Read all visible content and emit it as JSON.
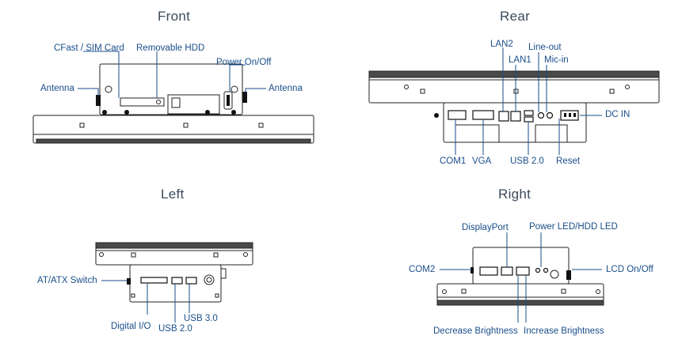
{
  "titles": {
    "front": "Front",
    "rear": "Rear",
    "left": "Left",
    "right": "Right"
  },
  "front_labels": {
    "cfast_sim": "CFast / SIM Card",
    "removable_hdd": "Removable HDD",
    "power_onoff": "Power On/Off",
    "antenna_left": "Antenna",
    "antenna_right": "Antenna"
  },
  "rear_labels": {
    "lan2": "LAN2",
    "lan1": "LAN1",
    "line_out": "Line-out",
    "mic_in": "Mic-in",
    "dc_in": "DC IN",
    "com1": "COM1",
    "vga": "VGA",
    "usb20": "USB 2.0",
    "reset": "Reset"
  },
  "left_labels": {
    "at_atx": "AT/ATX Switch",
    "digital_io": "Digital I/O",
    "usb20": "USB 2.0",
    "usb30": "USB 3.0"
  },
  "right_labels": {
    "displayport": "DisplayPort",
    "power_led": "Power LED/HDD LED",
    "com2": "COM2",
    "lcd_onoff": "LCD On/Off",
    "dec_bright": "Decrease Brightness",
    "inc_bright": "Increase Brightness"
  },
  "colors": {
    "label": "#1a4e8a",
    "title": "#3b4a5a",
    "bezel": "#4a4a4a"
  }
}
